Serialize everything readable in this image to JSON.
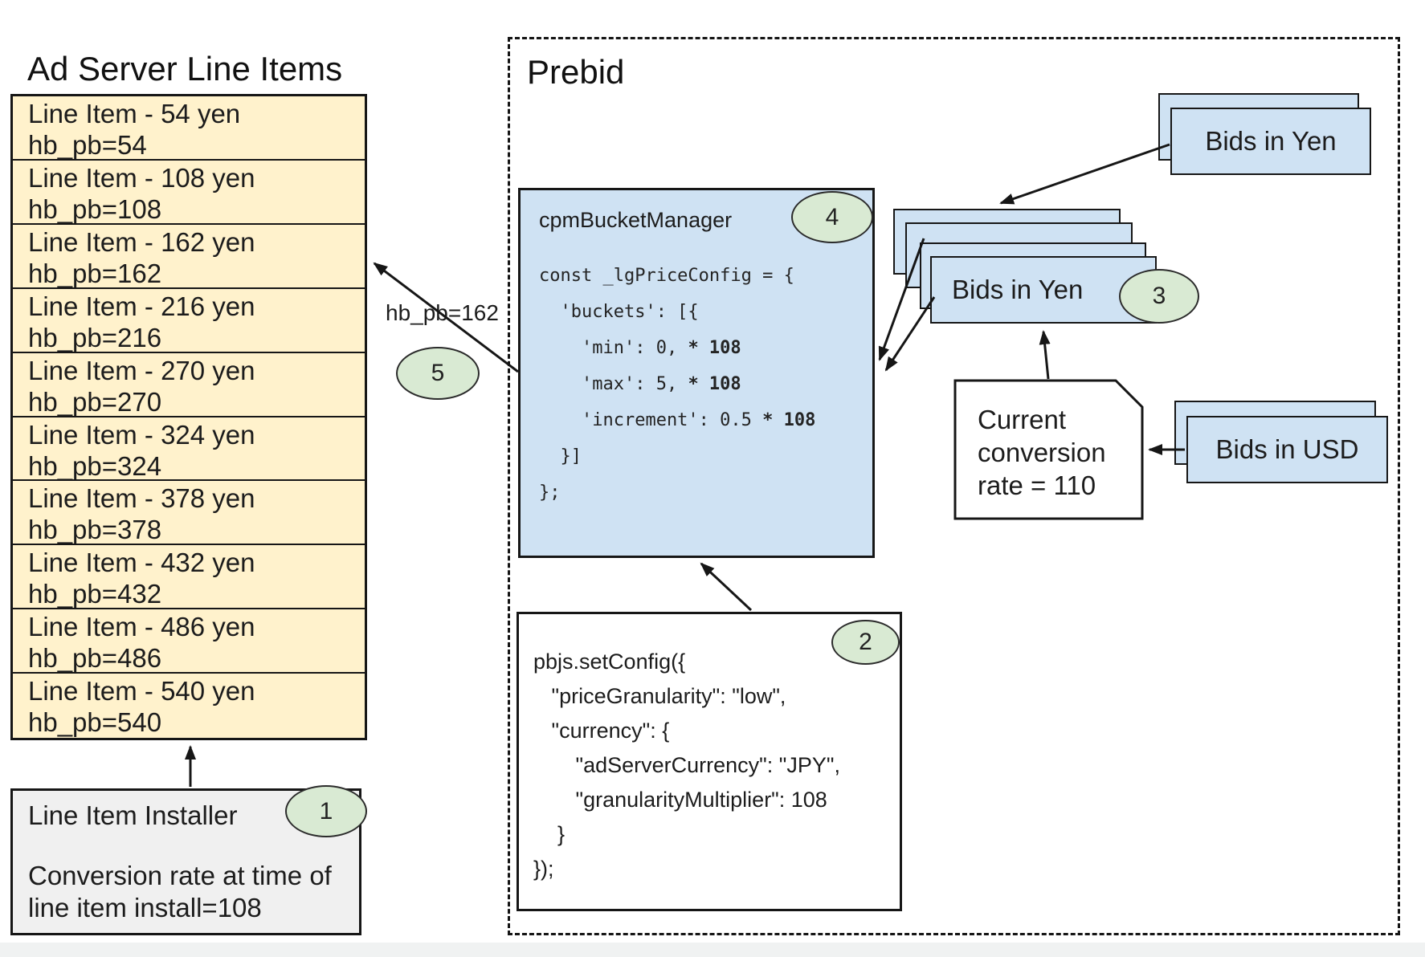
{
  "colors": {
    "card_blue": "#cfe2f3",
    "row_yellow": "#fff2cc",
    "badge_green": "#d9ead3",
    "installer_gray": "#f0f0f0"
  },
  "ad_server": {
    "title": "Ad Server Line Items",
    "line_items": [
      {
        "label": "Line Item - 54 yen",
        "hb": "hb_pb=54"
      },
      {
        "label": "Line Item - 108 yen",
        "hb": "hb_pb=108"
      },
      {
        "label": "Line Item - 162 yen",
        "hb": "hb_pb=162"
      },
      {
        "label": "Line Item - 216 yen",
        "hb": "hb_pb=216"
      },
      {
        "label": "Line Item - 270 yen",
        "hb": "hb_pb=270"
      },
      {
        "label": "Line Item - 324 yen",
        "hb": "hb_pb=324"
      },
      {
        "label": "Line Item - 378 yen",
        "hb": "hb_pb=378"
      },
      {
        "label": "Line Item - 432 yen",
        "hb": "hb_pb=432"
      },
      {
        "label": "Line Item - 486 yen",
        "hb": "hb_pb=486"
      },
      {
        "label": "Line Item - 540 yen",
        "hb": "hb_pb=540"
      }
    ],
    "installer": {
      "badge": "1",
      "title": "Line Item Installer",
      "note_line1": "Conversion rate at time of",
      "note_line2": "line item install=108"
    }
  },
  "prebid": {
    "title": "Prebid",
    "arrow_label": "hb_pb=162",
    "arrow_badge": "5",
    "bucket_manager": {
      "badge": "4",
      "title": "cpmBucketManager",
      "code": [
        {
          "pre": "const _lgPriceConfig = {",
          "bold": ""
        },
        {
          "pre": "  'buckets': [{",
          "bold": ""
        },
        {
          "pre": "    'min': 0, ",
          "bold": "* 108"
        },
        {
          "pre": "    'max': 5, ",
          "bold": "* 108"
        },
        {
          "pre": "    'increment': 0.5 ",
          "bold": "* 108"
        },
        {
          "pre": "  }]",
          "bold": ""
        },
        {
          "pre": "};",
          "bold": ""
        }
      ]
    },
    "set_config": {
      "badge": "2",
      "code": [
        "pbjs.setConfig({",
        "   \"priceGranularity\": \"low\",",
        "   \"currency\": {",
        "       \"adServerCurrency\": \"JPY\",",
        "       \"granularityMultiplier\": 108",
        "    }",
        "});"
      ]
    },
    "yen_stack": {
      "badge": "3",
      "label": "Bids in Yen"
    },
    "yen_source": {
      "label": "Bids in Yen"
    },
    "usd_source": {
      "label": "Bids in USD"
    },
    "conversion_note": {
      "line1": "Current",
      "line2": "conversion",
      "line3": "rate = 110"
    }
  }
}
